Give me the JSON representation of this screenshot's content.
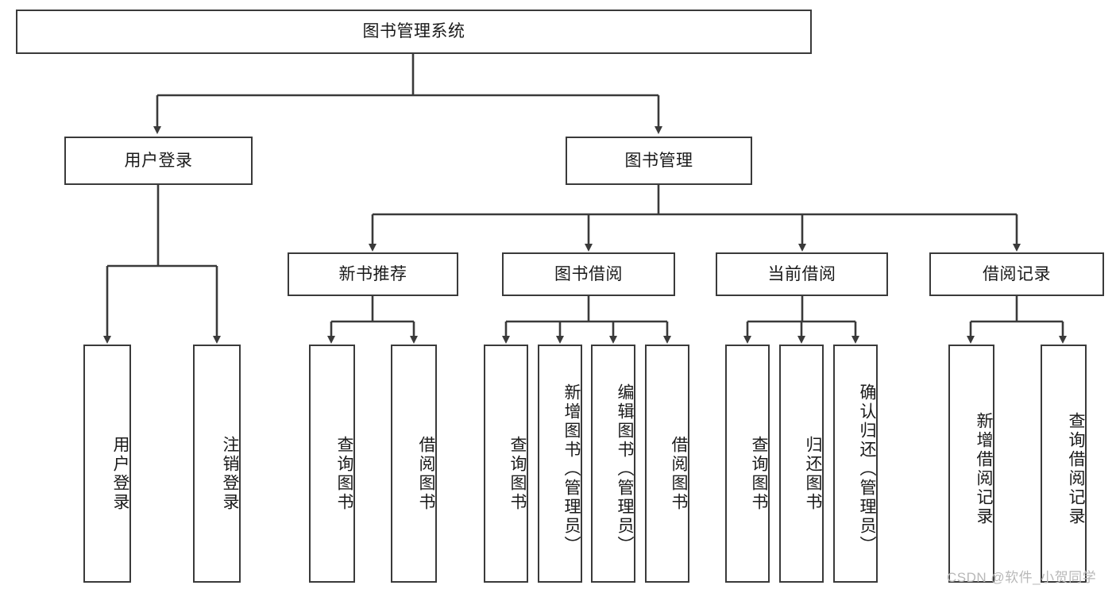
{
  "diagram": {
    "type": "tree-hierarchy-flowchart",
    "root": {
      "label": "图书管理系统"
    },
    "level1": [
      {
        "label": "用户登录"
      },
      {
        "label": "图书管理"
      }
    ],
    "level2": [
      {
        "label": "新书推荐",
        "parent": "图书管理"
      },
      {
        "label": "图书借阅",
        "parent": "图书管理"
      },
      {
        "label": "当前借阅",
        "parent": "图书管理"
      },
      {
        "label": "借阅记录",
        "parent": "图书管理"
      }
    ],
    "leaves": {
      "user_login": [
        {
          "label": "用户登录"
        },
        {
          "label": "注销登录"
        }
      ],
      "new_book_recommend": [
        {
          "label": "查询图书"
        },
        {
          "label": "借阅图书"
        }
      ],
      "book_borrow": [
        {
          "label": "查询图书"
        },
        {
          "label": "新增图书（管理员）"
        },
        {
          "label": "编辑图书（管理员）"
        },
        {
          "label": "借阅图书"
        }
      ],
      "current_borrow": [
        {
          "label": "查询图书"
        },
        {
          "label": "归还图书"
        },
        {
          "label": "确认归还（管理员）"
        }
      ],
      "borrow_record": [
        {
          "label": "新增借阅记录"
        },
        {
          "label": "查询借阅记录"
        }
      ]
    }
  },
  "watermark": {
    "text": "CSDN @软件_小贺同学"
  },
  "colors": {
    "border": "#3a3a3a",
    "text": "#1a1a1a",
    "background": "#ffffff",
    "watermark": "#b8b8b8"
  }
}
